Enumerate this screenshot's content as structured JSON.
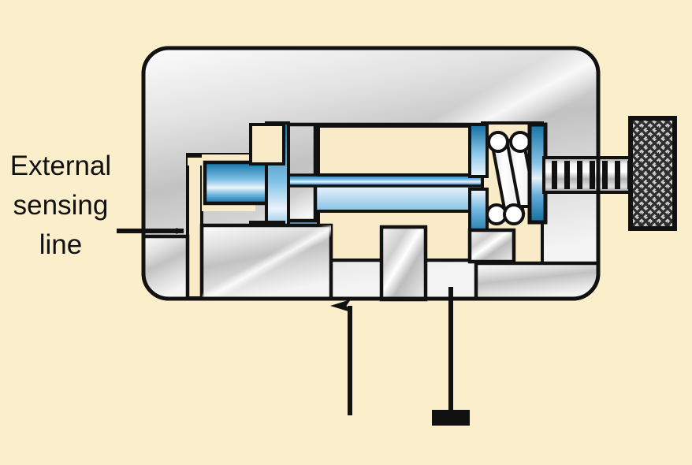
{
  "diagram": {
    "title": "Pressure-reducing valve cutaway",
    "background_color": "#FBEECB",
    "labels": {
      "external_sensing_line_1": "External",
      "external_sensing_line_2": "sensing",
      "external_sensing_line_3": "line"
    },
    "colors": {
      "background": "#FBEECB",
      "outline": "#111111",
      "metal_light": "#F2F2F2",
      "metal_mid": "#BDBDBD",
      "metal_dark": "#8C8C8C",
      "fluid_blue_dark": "#1477A8",
      "fluid_blue_mid": "#4FA3D4",
      "fluid_blue_light": "#DCEBF7",
      "cavity_cream": "#FAEBC8",
      "knurl_dark": "#3A3A3A",
      "knurl_light": "#D8D8D8"
    },
    "components": [
      {
        "name": "valve-body",
        "kind": "housing",
        "note": "rounded-rectangle cast body, metallic gradient"
      },
      {
        "name": "spool",
        "kind": "moving-part",
        "note": "blue fluid-wetted spool with conical left tip"
      },
      {
        "name": "spring",
        "kind": "spring",
        "coils": 3,
        "note": "adjustment spring, right chamber"
      },
      {
        "name": "spring-seat",
        "kind": "plate",
        "note": "blue plate between spring and screw"
      },
      {
        "name": "adjusting-screw",
        "kind": "threaded-shaft",
        "threads": 7
      },
      {
        "name": "adjusting-knob",
        "kind": "knurled-knob"
      },
      {
        "name": "external-sensing-channel",
        "kind": "passage",
        "note": "narrow vertical cream channel at left"
      },
      {
        "name": "inlet-port",
        "kind": "port",
        "symbol": "arrow-up"
      },
      {
        "name": "tank-port",
        "kind": "port",
        "symbol": "tank-line"
      },
      {
        "name": "sensing-arrow",
        "kind": "arrow",
        "direction": "right"
      }
    ]
  }
}
